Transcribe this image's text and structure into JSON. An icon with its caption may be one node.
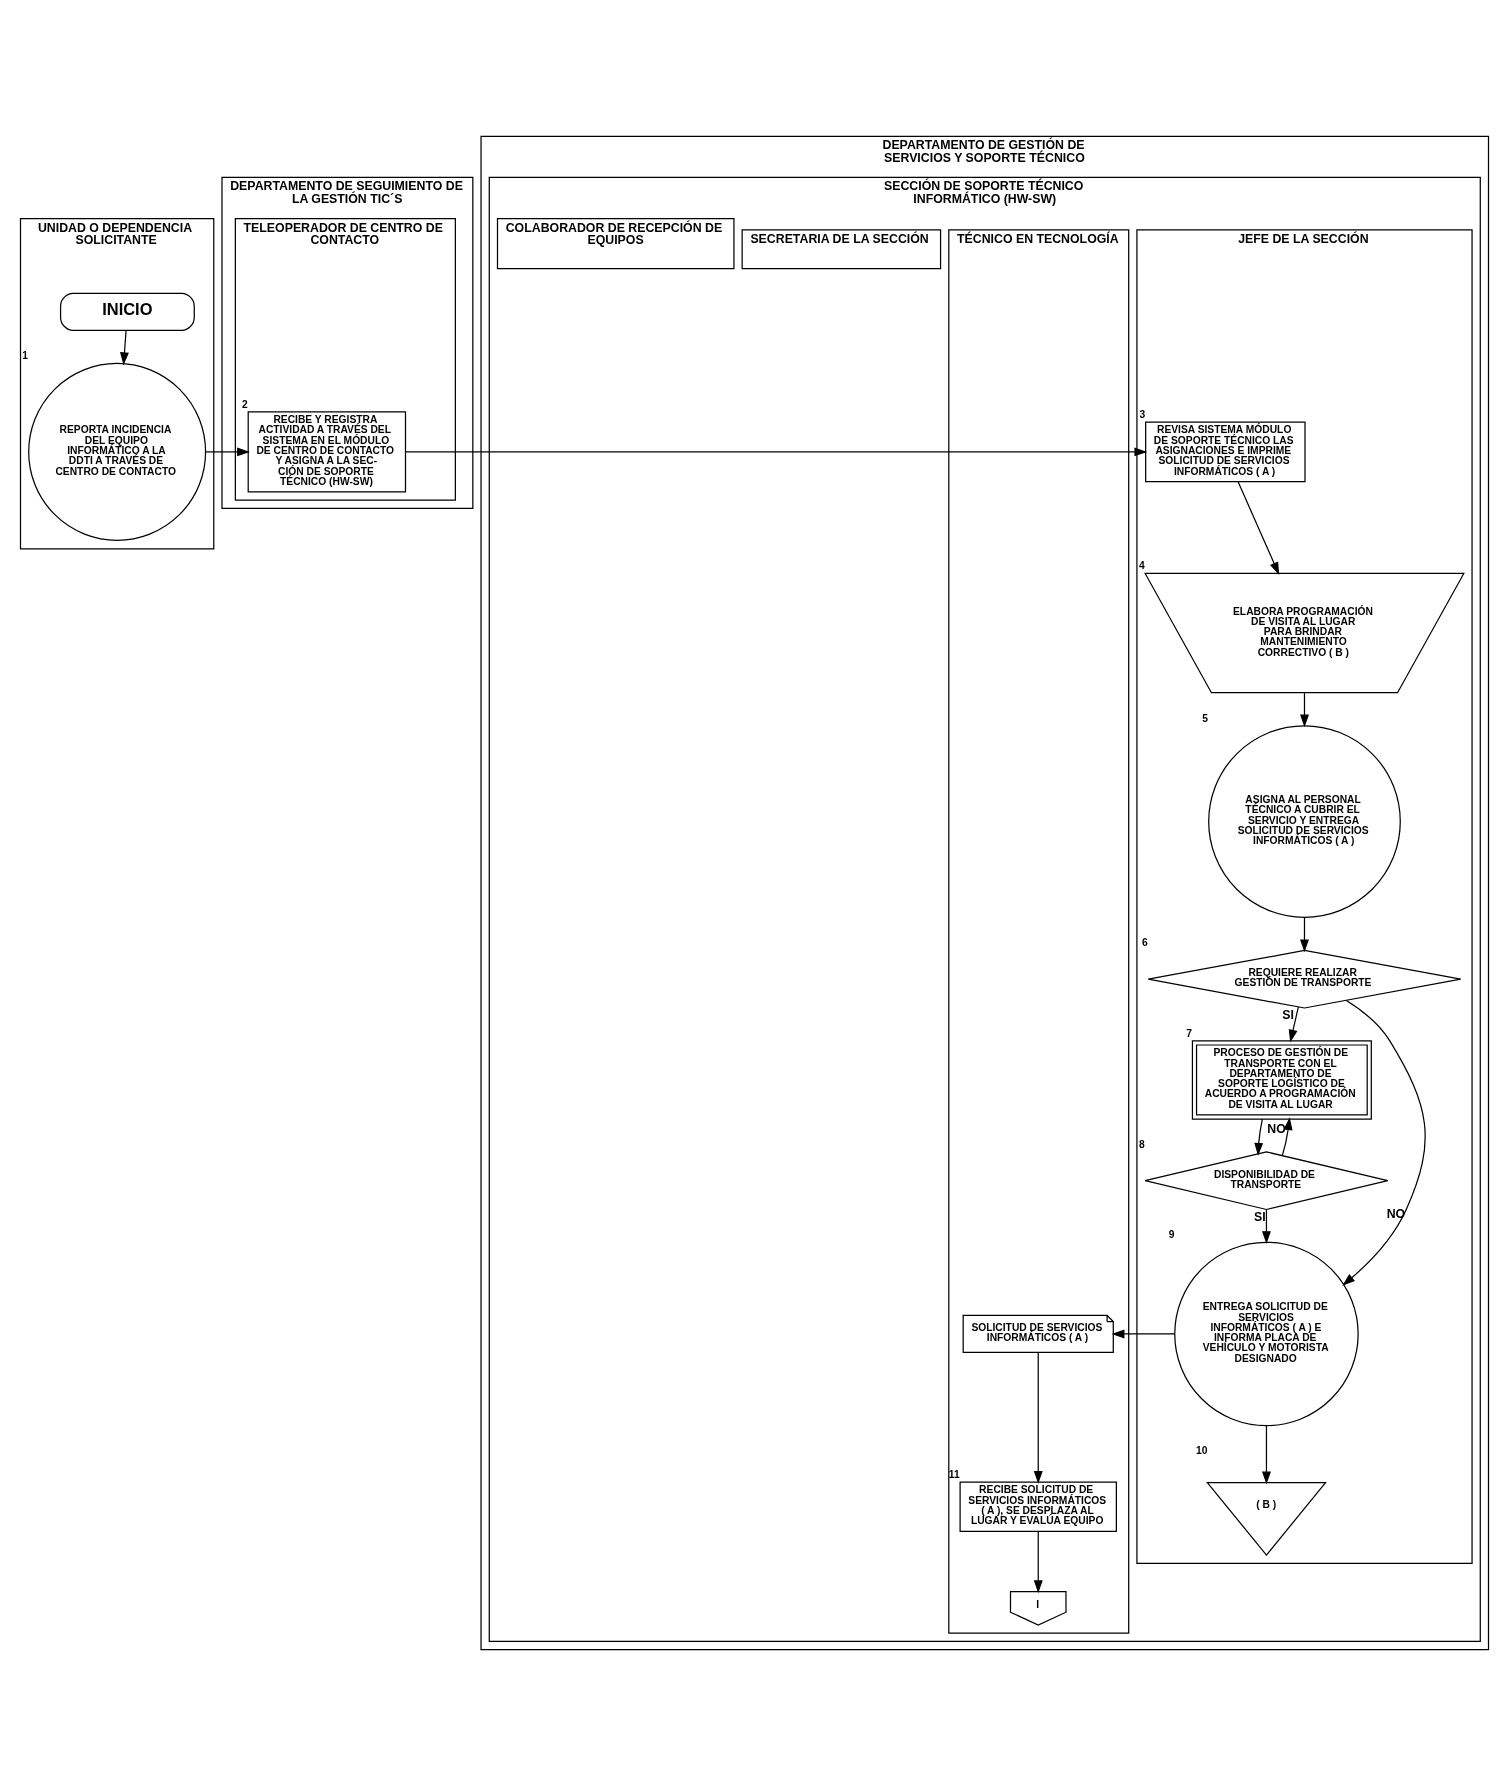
{
  "diagram": {
    "nodes": [
      {
        "text": [
          "UNIDAD O DEPENDENCIA SOLICITANTE"
        ]
      },
      {
        "text": [
          "DEPARTAMENTO DE SEGUIMIENTO DE LA GESTIÓN TIC´S"
        ]
      },
      {
        "text": [
          "TELEOPERADOR DE CENTRO DE CONTACTO"
        ],
        "in": 1
      },
      {
        "text": [
          "DEPARTAMENTO DE GESTIÓN DE SERVICIOS Y SOPORTE TÉCNICO"
        ]
      },
      {
        "text": [
          "SECCIÓN DE SOPORTE TÉCNICO INFORMÁTICO (HW-SW)"
        ],
        "in": 3
      },
      {
        "text": [
          "JEFE DE LA SECCIÓN"
        ],
        "in": 4
      },
      {
        "text": [
          "TÉCNICO EN TECNOLOGÍA"
        ],
        "in": 4
      },
      {
        "text": [
          "SECRETARIA DE LA SECCIÓN"
        ],
        "in": 4
      },
      {
        "text": [
          "COLABORADOR DE RECEPCIÓN DE EQUIPOS"
        ],
        "in": 4
      },
      {
        "text": [
          "INICIO"
        ],
        "in": 0
      },
      {
        "text": [
          "REPORTA INCIDENCIA DEL EQUIPO INFORMÁTICO A LA DDTI A TRAVÉS DE CENTRO DE CONTACTO"
        ],
        "in": 0,
        "beside": [
          "1"
        ]
      },
      {
        "text": [
          "RECIBE Y REGISTRA ACTIVIDAD A TRAVÉS DEL SISTEMA EN EL MÓDULO DE CENTRO DE CONTACTO Y ASIGNA A LA SEC- CIÓN DE SOPORTE TÉCNICO (HW-SW)"
        ],
        "in": 2,
        "beside": [
          "2"
        ]
      },
      {
        "text": [
          "REVISA SISTEMA MÓDULO DE SOPORTE TÉCNICO LAS ASIGNACIONES E IMPRIME SOLICITUD DE SERVICIOS INFORMÁTICOS ( A )"
        ],
        "in": 5,
        "beside": [
          "3"
        ]
      },
      {
        "text": [
          "ELABORA PROGRAMACIÓN DE VISITA AL LUGAR PARA BRINDAR MANTENIMIENTO CORRECTIVO ( B )"
        ],
        "in": 5,
        "beside": [
          "4"
        ]
      },
      {
        "text": [
          "ASIGNA AL PERSONAL TÉCNICO A CUBRIR EL SERVICIO Y ENTREGA SOLICITUD DE SERVICIOS INFORMÁTICOS ( A )"
        ],
        "in": 5,
        "beside": [
          "5"
        ]
      },
      {
        "text": [
          "REQUIERE REALIZAR GESTIÓN DE TRANSPORTE"
        ],
        "in": 5,
        "beside": [
          "6"
        ]
      },
      {
        "text": [
          "PROCESO DE GESTIÓN DE TRANSPORTE CON EL DEPARTAMENTO DE SOPORTE LOGÍSTICO DE ACUERDO A PROGRAMACIÓN DE VISITA AL LUGAR"
        ],
        "in": 5,
        "beside": [
          "7"
        ]
      },
      {
        "text": [
          "DISPONIBILIDAD DE TRANSPORTE"
        ],
        "in": 5,
        "beside": [
          "8"
        ]
      },
      {
        "text": [
          "ENTREGA SOLICITUD DE SERVICIOS INFORMÁTICOS ( A ) E INFORMA PLACA DE VEHÍCULO Y MOTORISTA DESIGNADO"
        ],
        "in": 5,
        "beside": [
          "9"
        ]
      },
      {
        "text": [
          "( B )"
        ],
        "in": 5,
        "beside": [
          "10"
        ]
      },
      {
        "text": [
          "SOLICITUD DE SERVICIOS INFORMÁTICOS ( A )"
        ],
        "in": 6
      },
      {
        "text": [
          "RECIBE SOLICITUD DE SERVICIOS INFORMÁTICOS ( A ), SE DESPLAZA AL LUGAR Y EVALÚA EQUIPO"
        ],
        "in": 6,
        "beside": [
          "11"
        ]
      },
      {
        "text": [
          "I"
        ],
        "in": 6
      }
    ],
    "edges": [
      {
        "from": 9,
        "to": 10,
        "arrow": "to"
      },
      {
        "from": 10,
        "to": 11,
        "arrow": "to"
      },
      {
        "from": 11,
        "to": 12,
        "arrow": "to"
      },
      {
        "from": 12,
        "to": 13,
        "arrow": "to"
      },
      {
        "from": 13,
        "to": 14,
        "arrow": "to"
      },
      {
        "from": 14,
        "to": 15,
        "arrow": "to"
      },
      {
        "from": 15,
        "to": 16,
        "arrow": "to",
        "label": "SI"
      },
      {
        "from": 15,
        "to": 18,
        "arrow": "to",
        "label": "NO"
      },
      {
        "from": 16,
        "to": 17,
        "arrow": "to"
      },
      {
        "from": 17,
        "to": 16,
        "arrow": "to",
        "label": "NO"
      },
      {
        "from": 17,
        "to": 18,
        "arrow": "to",
        "label": "SI"
      },
      {
        "from": 18,
        "to": 20,
        "arrow": "to"
      },
      {
        "from": 18,
        "to": 19,
        "arrow": "to"
      },
      {
        "from": 20,
        "to": 21,
        "arrow": "to"
      },
      {
        "from": 21,
        "to": 22,
        "arrow": "to"
      }
    ]
  }
}
